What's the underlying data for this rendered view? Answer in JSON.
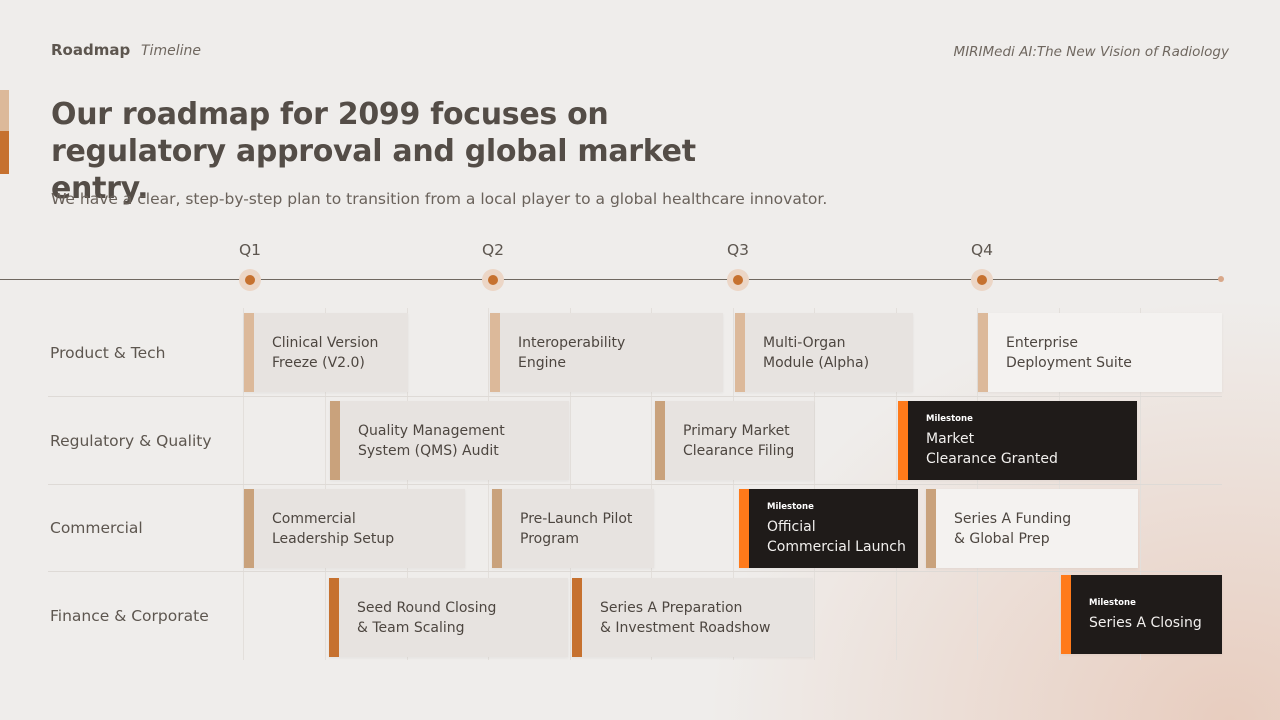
{
  "header": {
    "brand": "Roadmap",
    "section": "Timeline",
    "tagline": "MIRIMedi AI:The New Vision of Radiology"
  },
  "headline": "Our roadmap for 2099 focuses on regulatory approval and global market entry.",
  "subheadline": "We have a clear, step-by-step plan to transition from a local player to a global healthcare innovator.",
  "colors": {
    "accent_dark": "#c6712f",
    "accent_light": "#dcb99a",
    "stripe_tan": "#c9a27c",
    "stripe_orange": "#ff7a1a",
    "milestone_bg": "#1f1b19"
  },
  "quarters": [
    "Q1",
    "Q2",
    "Q3",
    "Q4"
  ],
  "rows": [
    "Product & Tech",
    "Regulatory & Quality",
    "Commercial",
    "Finance & Corporate"
  ],
  "cards": [
    {
      "text": "Clinical Version\nFreeze (V2.0)"
    },
    {
      "text": "Interoperability\nEngine"
    },
    {
      "text": "Multi-Organ\nModule (Alpha)"
    },
    {
      "text": "Enterprise\nDeployment Suite"
    },
    {
      "text": "Quality Management\nSystem (QMS) Audit"
    },
    {
      "text": "Primary Market\nClearance Filing"
    },
    {
      "tag": "Milestone",
      "text": "Market\nClearance Granted"
    },
    {
      "text": "Commercial\nLeadership Setup"
    },
    {
      "text": "Pre-Launch Pilot\nProgram"
    },
    {
      "tag": "Milestone",
      "text": "Official\nCommercial Launch"
    },
    {
      "text": "Series A Funding\n& Global Prep"
    },
    {
      "text": "Seed Round Closing\n& Team Scaling"
    },
    {
      "text": "Series A Preparation\n& Investment Roadshow"
    },
    {
      "tag": "Milestone",
      "text": "Series A Closing"
    }
  ]
}
